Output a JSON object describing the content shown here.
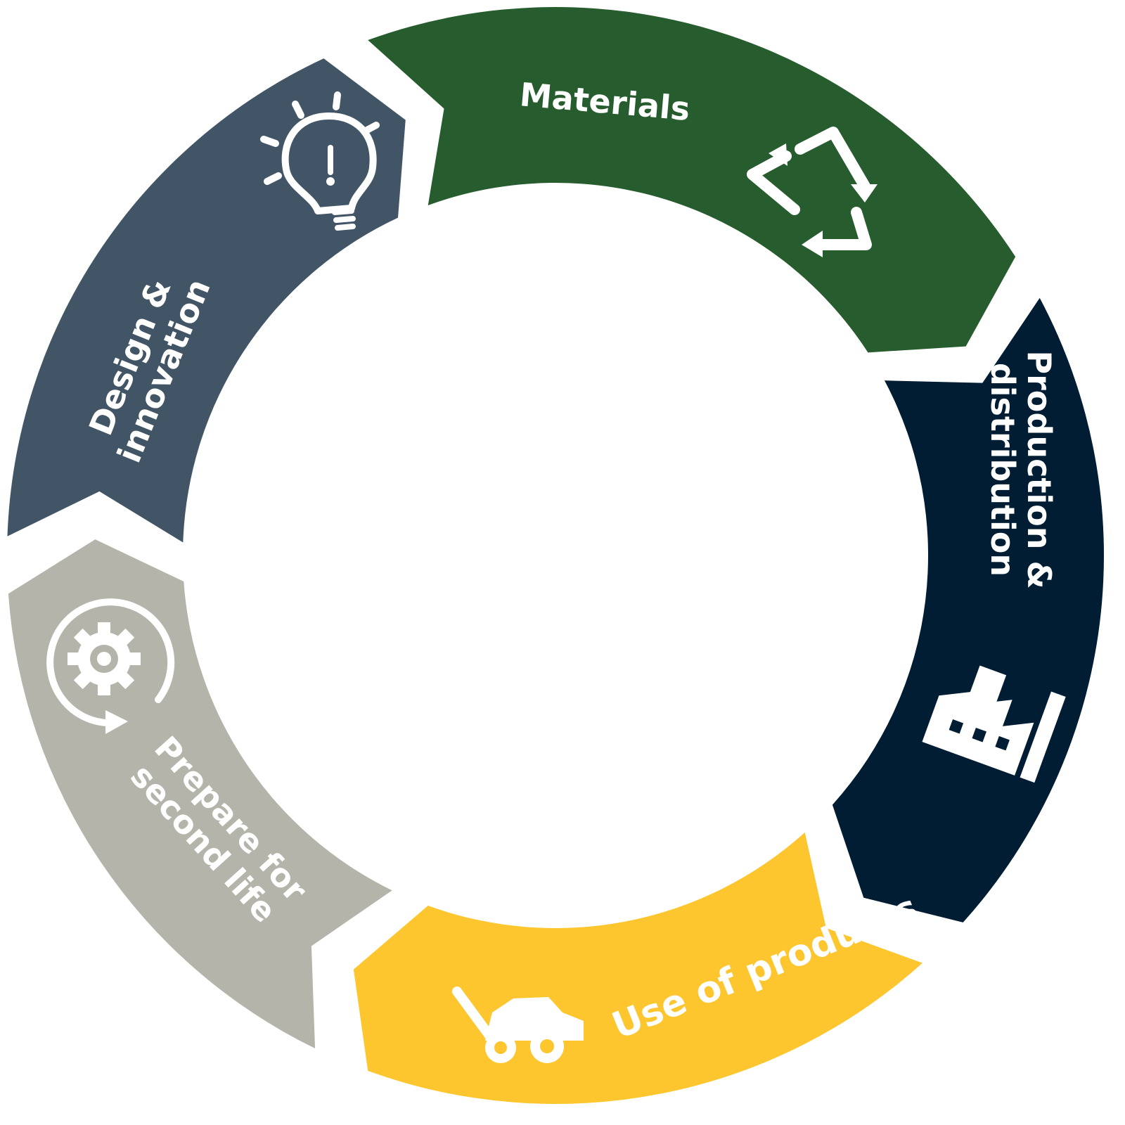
{
  "colors": {
    "materials": "#275d2e",
    "production": "#001d33",
    "use": "#fdc62f",
    "prepare": "#b4b4aa",
    "design": "#425566",
    "text": "#ffffff"
  },
  "segments": {
    "materials": {
      "label": "Materials",
      "icon": "recycle-icon"
    },
    "production": {
      "line1": "Production &",
      "line2": "distribution",
      "icon": "factory-icon"
    },
    "use": {
      "label": "Use of products",
      "icon": "lawn-mower-icon"
    },
    "prepare": {
      "line1": "Prepare for",
      "line2": "second life",
      "icon": "gear-cycle-icon"
    },
    "design": {
      "line1": "Design &",
      "line2": "innovation",
      "icon": "lightbulb-icon"
    }
  }
}
